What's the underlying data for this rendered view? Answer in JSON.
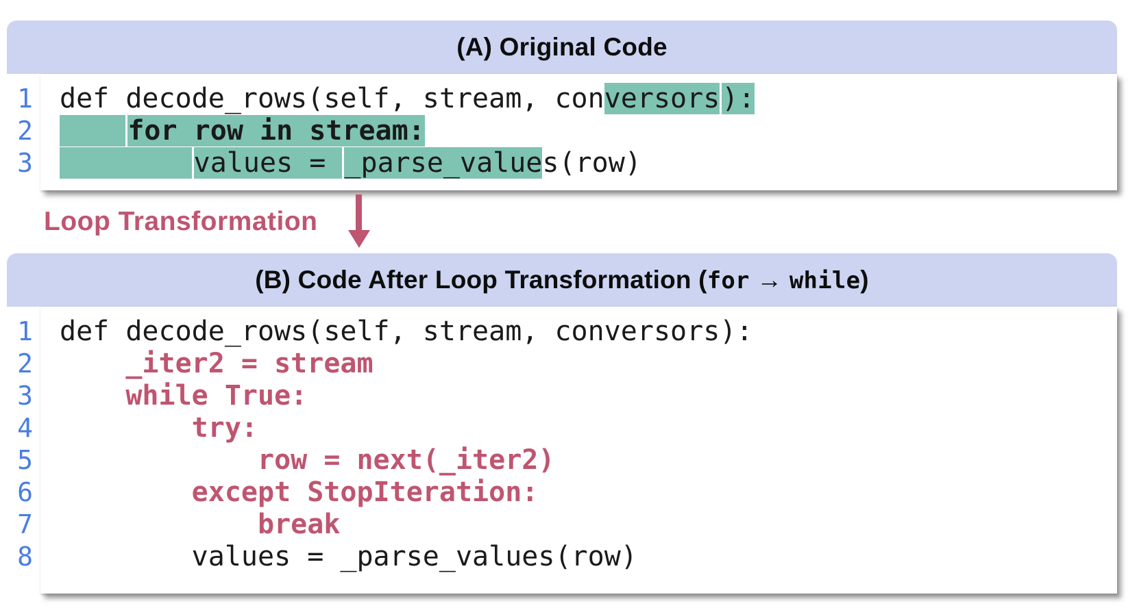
{
  "colors": {
    "header_bg": "#ccd4f1",
    "highlight": "#7fc3b2",
    "line_number": "#4a7ee0",
    "accent": "#bf5570",
    "code_text": "#1a1a1a"
  },
  "panel_a": {
    "title": "(A) Original Code",
    "lines": [
      {
        "num": "1",
        "segments": [
          {
            "text": "def decode_rows(self, stream, con"
          },
          {
            "text": "versors",
            "hl": true
          },
          {
            "text": "):",
            "hl": true
          }
        ]
      },
      {
        "num": "2",
        "segments": [
          {
            "text": "    ",
            "hl": true
          },
          {
            "text": "for row in stream:",
            "hl": true,
            "bold": true
          }
        ]
      },
      {
        "num": "3",
        "segments": [
          {
            "text": "        ",
            "hl": true
          },
          {
            "text": "values = ",
            "hl": true
          },
          {
            "text": "_parse_value",
            "hl": true
          },
          {
            "text": "s(row)"
          }
        ]
      }
    ]
  },
  "transformation": {
    "label": "Loop Transformation",
    "arrow_direction": "down"
  },
  "panel_b": {
    "title_segments": [
      {
        "text": "(B) Code After Loop Transformation ("
      },
      {
        "text": "for",
        "mono": true
      },
      {
        "text": " → "
      },
      {
        "text": "while",
        "mono": true
      },
      {
        "text": ")"
      }
    ],
    "lines": [
      {
        "num": "1",
        "style": "plain",
        "text": "def decode_rows(self, stream, conversors):"
      },
      {
        "num": "2",
        "style": "added",
        "text": "    _iter2 = stream"
      },
      {
        "num": "3",
        "style": "added",
        "text": "    while True:"
      },
      {
        "num": "4",
        "style": "added",
        "text": "        try:"
      },
      {
        "num": "5",
        "style": "added",
        "text": "            row = next(_iter2)"
      },
      {
        "num": "6",
        "style": "added",
        "text": "        except StopIteration:"
      },
      {
        "num": "7",
        "style": "added",
        "text": "            break"
      },
      {
        "num": "8",
        "style": "plain",
        "text": "        values = _parse_values(row)"
      }
    ]
  }
}
